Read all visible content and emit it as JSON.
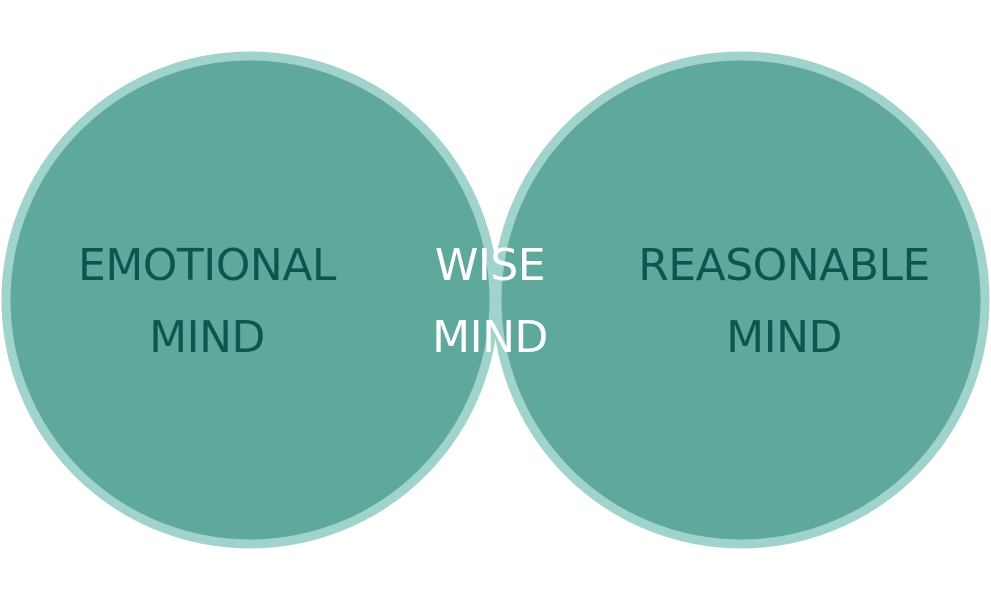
{
  "diagram": {
    "left_circle": {
      "line1": "EMOTIONAL",
      "line2": "MIND"
    },
    "intersection": {
      "line1": "WISE",
      "line2": "MIND"
    },
    "right_circle": {
      "line1": "REASONABLE",
      "line2": "MIND"
    }
  },
  "colors": {
    "circle_fill": "#5fa99c",
    "circle_stroke": "#9fd3cb",
    "intersection_fill": "#0d5550",
    "outer_text": "#0d5550",
    "inner_text": "#ffffff"
  }
}
